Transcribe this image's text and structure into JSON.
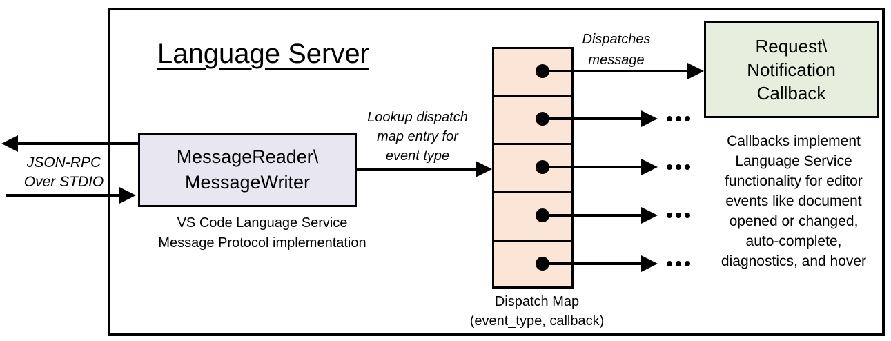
{
  "diagram": {
    "title": "Language Server",
    "stdio_label": "JSON-RPC\nOver STDIO",
    "message_box": {
      "label": "MessageReader\\\nMessageWriter",
      "caption": "VS Code Language Service\nMessage Protocol implementation",
      "fill": "#e8e6f0"
    },
    "lookup_label": "Lookup dispatch\nmap entry for\nevent type",
    "dispatches_label": "Dispatches\nmessage",
    "dispatch_map": {
      "caption": "Dispatch Map\n(event_type, callback)",
      "rows": 5,
      "fill": "#fbe5d6"
    },
    "callback_box": {
      "label": "Request\\\nNotification\nCallback",
      "fill": "#e7eedd"
    },
    "callbacks_note": "Callbacks implement\nLanguage Service\nfunctionality for editor\nevents like document\nopened or changed,\nauto-complete,\ndiagnostics, and hover",
    "colors": {
      "line": "#000000",
      "message_box_fill": "#e8e6f0",
      "dispatch_map_fill": "#fbe5d6",
      "callback_box_fill": "#e7eedd"
    },
    "icons": {
      "arrowhead": "solid-triangle",
      "map_entry": "filled-circle",
      "more": "ellipsis-dots"
    }
  }
}
